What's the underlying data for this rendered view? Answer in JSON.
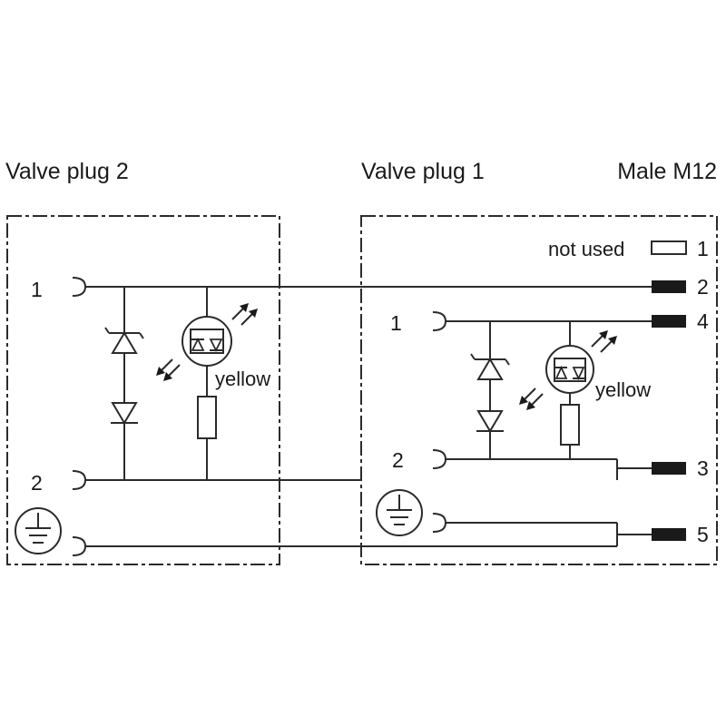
{
  "titles": {
    "valve_plug_2": "Valve plug 2",
    "valve_plug_1": "Valve plug 1",
    "male_m12": "Male M12"
  },
  "valve_plug_2": {
    "pin_1": "1",
    "pin_2": "2",
    "led_color": "yellow"
  },
  "valve_plug_1": {
    "pin_1": "1",
    "pin_2": "2",
    "led_color": "yellow"
  },
  "male_m12": {
    "not_used_label": "not used",
    "pins": [
      "1",
      "2",
      "4",
      "3",
      "5"
    ]
  }
}
